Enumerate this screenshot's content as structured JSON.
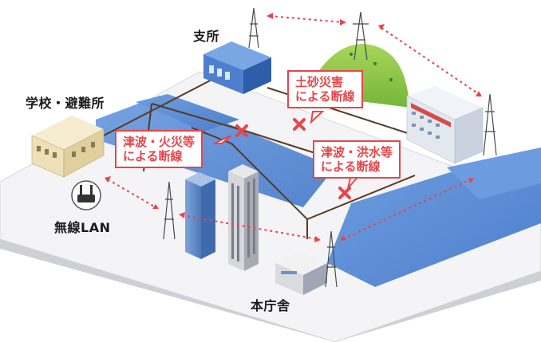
{
  "labels": {
    "branch": "支所",
    "school": "学校・避難所",
    "wireless": "無線LAN",
    "main_office": "本庁舎"
  },
  "callouts": {
    "landslide": {
      "line1": "土砂災害",
      "line2": "による断線"
    },
    "tsunami_fire": {
      "line1": "津波・火災等",
      "line2": "による断線"
    },
    "tsunami_flood": {
      "line1": "津波・洪水等",
      "line2": "による断線"
    }
  },
  "colors": {
    "cut_line": "#e8454a",
    "cable": "#5a3a22",
    "water": "#5b8fd8",
    "ground": "#f2f2f4",
    "hill": "#8dc63f",
    "building_blue": "#5b8fd8"
  },
  "icons": [
    "radio-tower-icon",
    "wifi-router-icon",
    "cut-mark-icon"
  ]
}
